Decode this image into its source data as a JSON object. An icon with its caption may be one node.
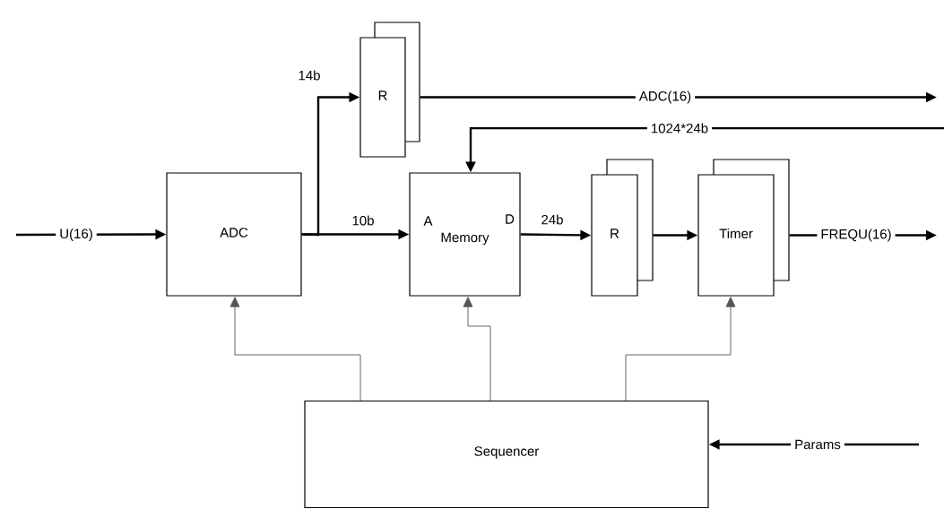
{
  "diagram": {
    "nodes": [
      {
        "text": [
          "ADC"
        ]
      },
      {
        "text": [
          "R"
        ]
      },
      {
        "text": [
          "A",
          "Memory",
          "D"
        ]
      },
      {
        "text": [
          "R"
        ]
      },
      {
        "text": [
          "Timer"
        ]
      },
      {
        "text": [
          "Sequencer"
        ]
      }
    ],
    "edges": [
      {
        "from": null,
        "to": 0,
        "arrow": "to",
        "label": "U(16)"
      },
      {
        "from": 0,
        "to": 1,
        "arrow": "to",
        "label": "14b"
      },
      {
        "from": 0,
        "to": 2,
        "arrow": "to",
        "label": "10b"
      },
      {
        "from": 1,
        "to": null,
        "arrow": "to",
        "label": "ADC(16)"
      },
      {
        "from": null,
        "to": 2,
        "arrow": "to",
        "label": "1024*24b"
      },
      {
        "from": 2,
        "to": 3,
        "arrow": "to",
        "label": "24b"
      },
      {
        "from": 3,
        "to": 4,
        "arrow": "to"
      },
      {
        "from": 4,
        "to": null,
        "arrow": "to",
        "label": "FREQU(16)"
      },
      {
        "from": 5,
        "to": 0,
        "arrow": "to",
        "color": "#555555"
      },
      {
        "from": 5,
        "to": 2,
        "arrow": "to",
        "color": "#555555"
      },
      {
        "from": 5,
        "to": 4,
        "arrow": "to",
        "color": "#555555"
      },
      {
        "from": null,
        "to": 5,
        "arrow": "to",
        "label": "Params"
      }
    ]
  }
}
